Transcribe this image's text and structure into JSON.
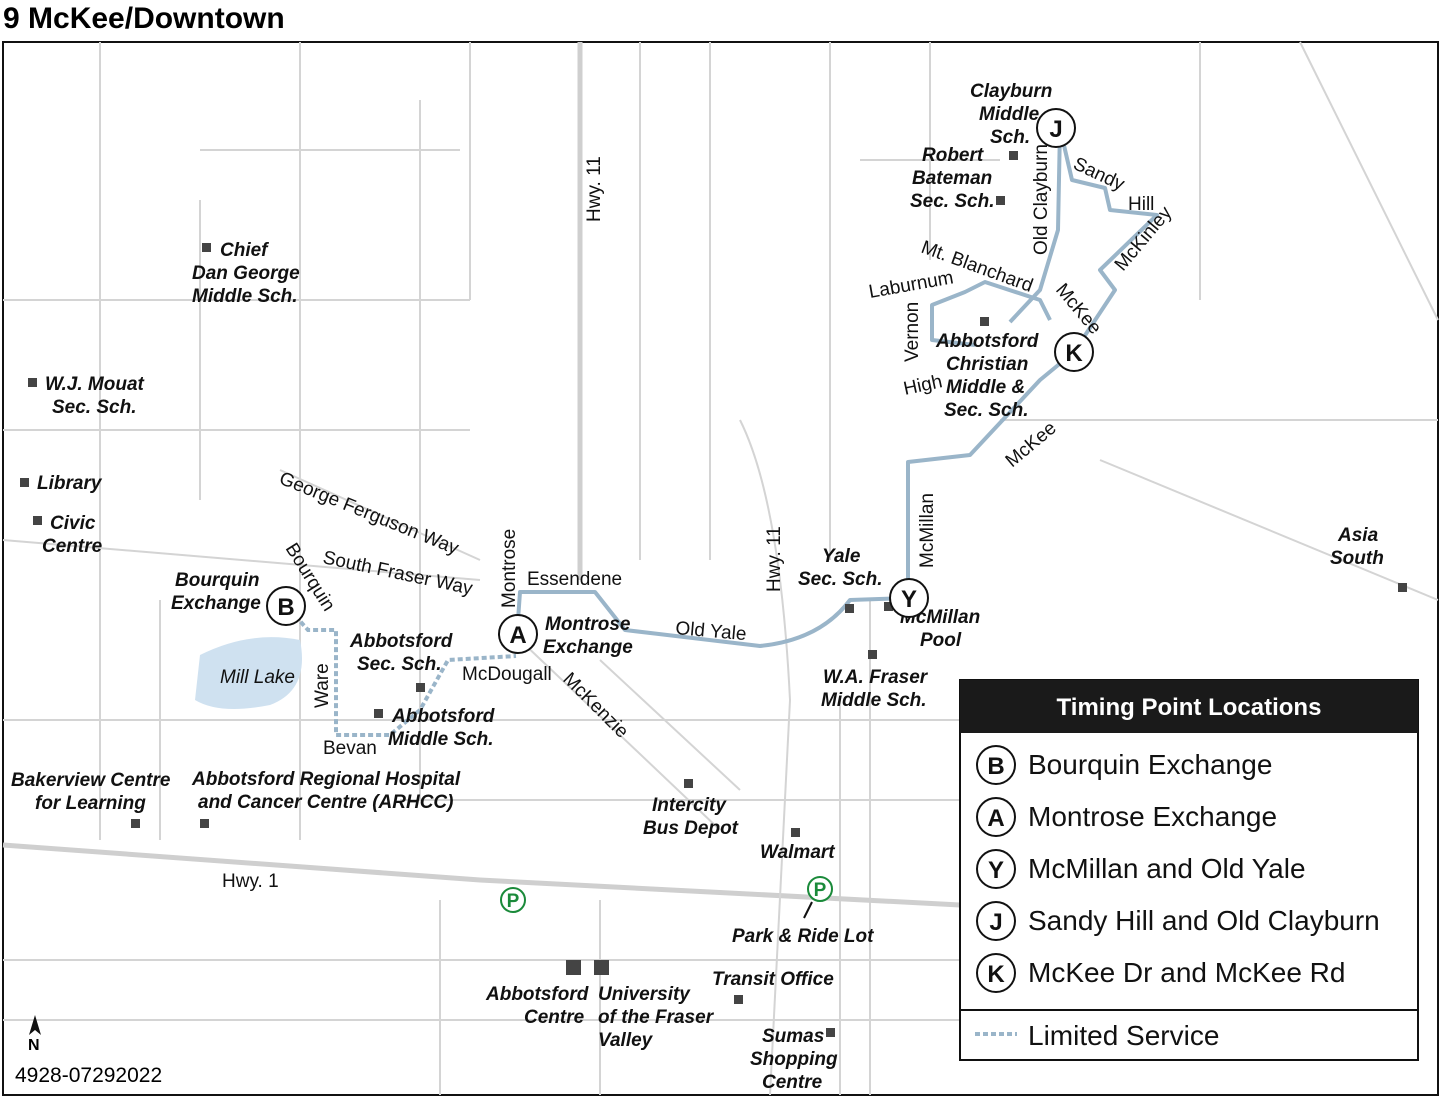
{
  "title": "9 McKee/Downtown",
  "code": "4928-07292022",
  "north": "N",
  "colors": {
    "route": "#9ab5c9",
    "lake": "#cfe1f0",
    "park": "#1a8a3a"
  },
  "streets": [
    "Hwy. 11",
    "Hwy. 11",
    "Hwy. 1",
    "George Ferguson Way",
    "South Fraser Way",
    "Bourquin",
    "Montrose",
    "Essendene",
    "Old Yale",
    "McDougall",
    "McKenzie",
    "Ware",
    "Bevan",
    "McMillan",
    "McKee",
    "McKee",
    "Mt. Blanchard",
    "Laburnum",
    "Vernon",
    "High",
    "Old Clayburn",
    "Sandy",
    "Hill",
    "McKinley",
    "Mill Lake"
  ],
  "places": [
    {
      "lines": [
        "Chief",
        "Dan George",
        "Middle Sch."
      ]
    },
    {
      "lines": [
        "W.J. Mouat",
        "Sec. Sch."
      ]
    },
    {
      "lines": [
        "Library"
      ]
    },
    {
      "lines": [
        "Civic",
        "Centre"
      ]
    },
    {
      "lines": [
        "Bourquin",
        "Exchange"
      ]
    },
    {
      "lines": [
        "Abbotsford",
        "Sec. Sch."
      ]
    },
    {
      "lines": [
        "Abbotsford",
        "Middle Sch."
      ]
    },
    {
      "lines": [
        "Montrose",
        "Exchange"
      ]
    },
    {
      "lines": [
        "Bakerview Centre",
        "for Learning"
      ]
    },
    {
      "lines": [
        "Abbotsford Regional Hospital",
        "and Cancer Centre (ARHCC)"
      ]
    },
    {
      "lines": [
        "Intercity",
        "Bus Depot"
      ]
    },
    {
      "lines": [
        "Walmart"
      ]
    },
    {
      "lines": [
        "Park & Ride Lot"
      ]
    },
    {
      "lines": [
        "Transit Office"
      ]
    },
    {
      "lines": [
        "Abbotsford",
        "Centre"
      ]
    },
    {
      "lines": [
        "University",
        "of the Fraser",
        "Valley"
      ]
    },
    {
      "lines": [
        "Sumas",
        "Shopping",
        "Centre"
      ]
    },
    {
      "lines": [
        "Yale",
        "Sec. Sch."
      ]
    },
    {
      "lines": [
        "McMillan",
        "Pool"
      ]
    },
    {
      "lines": [
        "W.A. Fraser",
        "Middle Sch."
      ]
    },
    {
      "lines": [
        "Clayburn",
        "Middle",
        "Sch."
      ]
    },
    {
      "lines": [
        "Robert",
        "Bateman",
        "Sec. Sch."
      ]
    },
    {
      "lines": [
        "Abbotsford",
        "Christian",
        "Middle &",
        "Sec. Sch."
      ]
    },
    {
      "lines": [
        "Asia",
        "South"
      ]
    }
  ],
  "parking": "P",
  "legend": {
    "title": "Timing Point Locations",
    "items": [
      {
        "letter": "B",
        "label": "Bourquin Exchange"
      },
      {
        "letter": "A",
        "label": "Montrose Exchange"
      },
      {
        "letter": "Y",
        "label": "McMillan and Old Yale"
      },
      {
        "letter": "J",
        "label": "Sandy Hill and Old Clayburn"
      },
      {
        "letter": "K",
        "label": "McKee Dr and McKee Rd"
      }
    ],
    "limited": "Limited Service"
  }
}
